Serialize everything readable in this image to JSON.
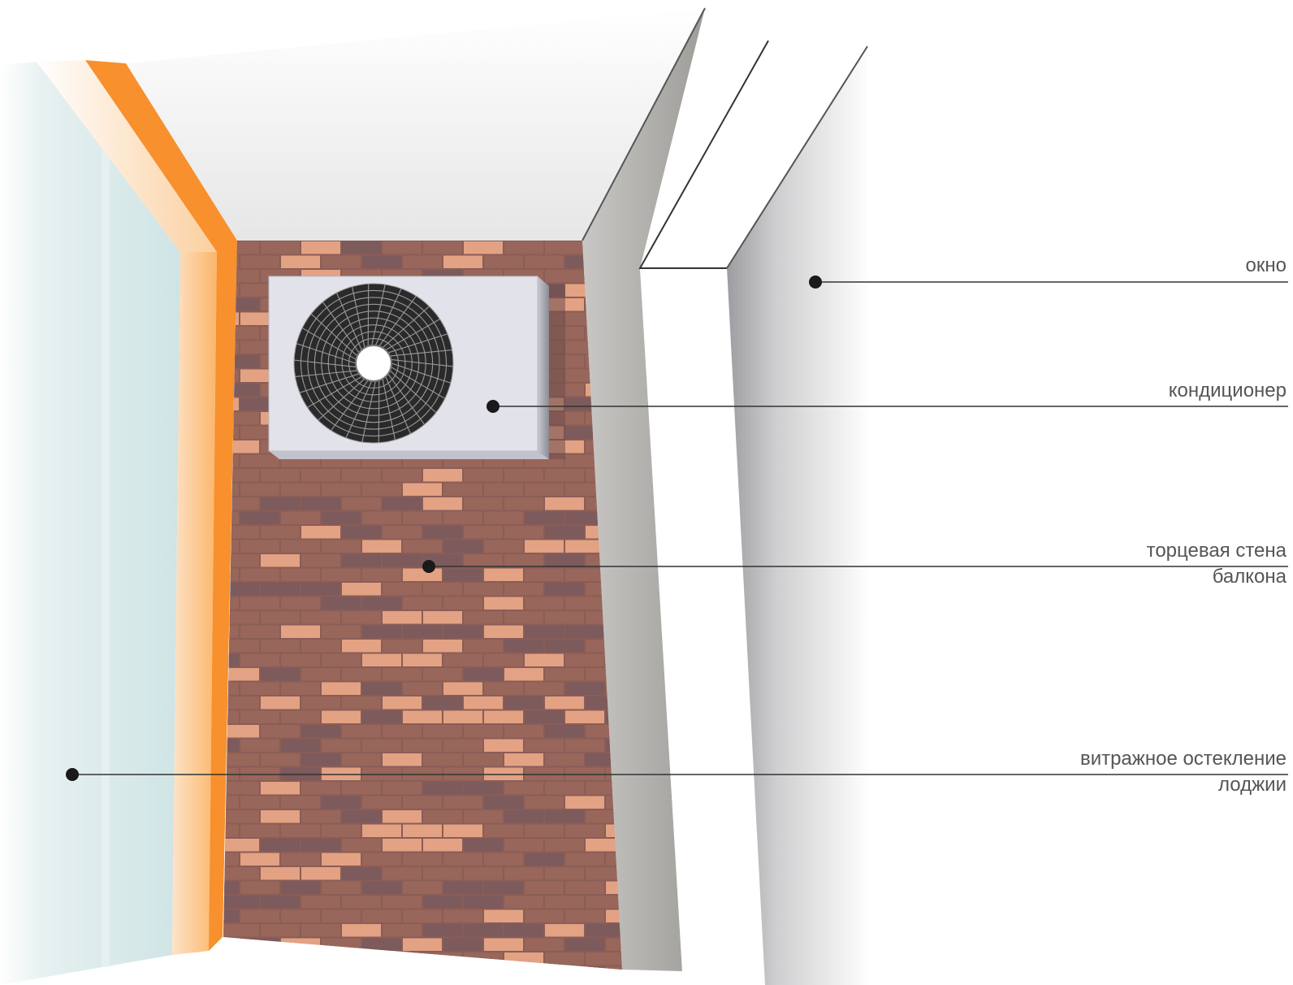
{
  "colors": {
    "brick_mortar": "#8a5d56",
    "brick_base": "#98665a",
    "brick_dark": "#7d5a5c",
    "brick_light": "#e3a283",
    "orange_profile": "#f7902d",
    "orange_light": "#fcc891",
    "glass": "#d7e9ea",
    "ac_body": "#e2e2ea",
    "fan_grille": "#2a2a2a",
    "leader_line": "#333333",
    "label_text": "#555555"
  },
  "callouts": [
    {
      "id": "window",
      "lines": [
        "окно"
      ]
    },
    {
      "id": "air-conditioner",
      "lines": [
        "кондиционер"
      ]
    },
    {
      "id": "end-wall",
      "lines": [
        "торцевая стена",
        "балкона"
      ]
    },
    {
      "id": "glazing",
      "lines": [
        "витражное остекление",
        "лоджии"
      ]
    }
  ]
}
